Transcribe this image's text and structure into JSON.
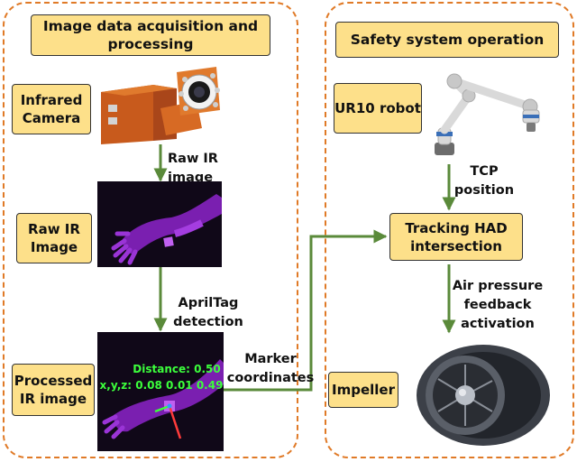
{
  "left_panel": {
    "header": "Image data acquisition and\nprocessing",
    "infrared_camera": "Infrared\nCamera",
    "raw_ir_image": "Raw IR\nImage",
    "processed_ir_image": "Processed\nIR image",
    "edge_raw_ir": "Raw IR image",
    "edge_apriltag": "AprilTag\ndetection",
    "overlay_distance": "Distance: 0.50",
    "overlay_xyz": "x,y,z: 0.08 0.01 0.49"
  },
  "right_panel": {
    "header": "Safety system operation",
    "ur10_robot": "UR10 robot",
    "tracking_had": "Tracking HAD\nintersection",
    "impeller": "Impeller",
    "edge_tcp": "TCP\nposition",
    "edge_air": "Air pressure\nfeedback\nactivation"
  },
  "connector": {
    "marker_coordinates": "Marker\ncoordinates"
  },
  "colors": {
    "panel_border": "#e07a27",
    "label_fill": "#fde08a",
    "arrow": "#5a8a3a",
    "overlay_text": "#3cff3c"
  }
}
